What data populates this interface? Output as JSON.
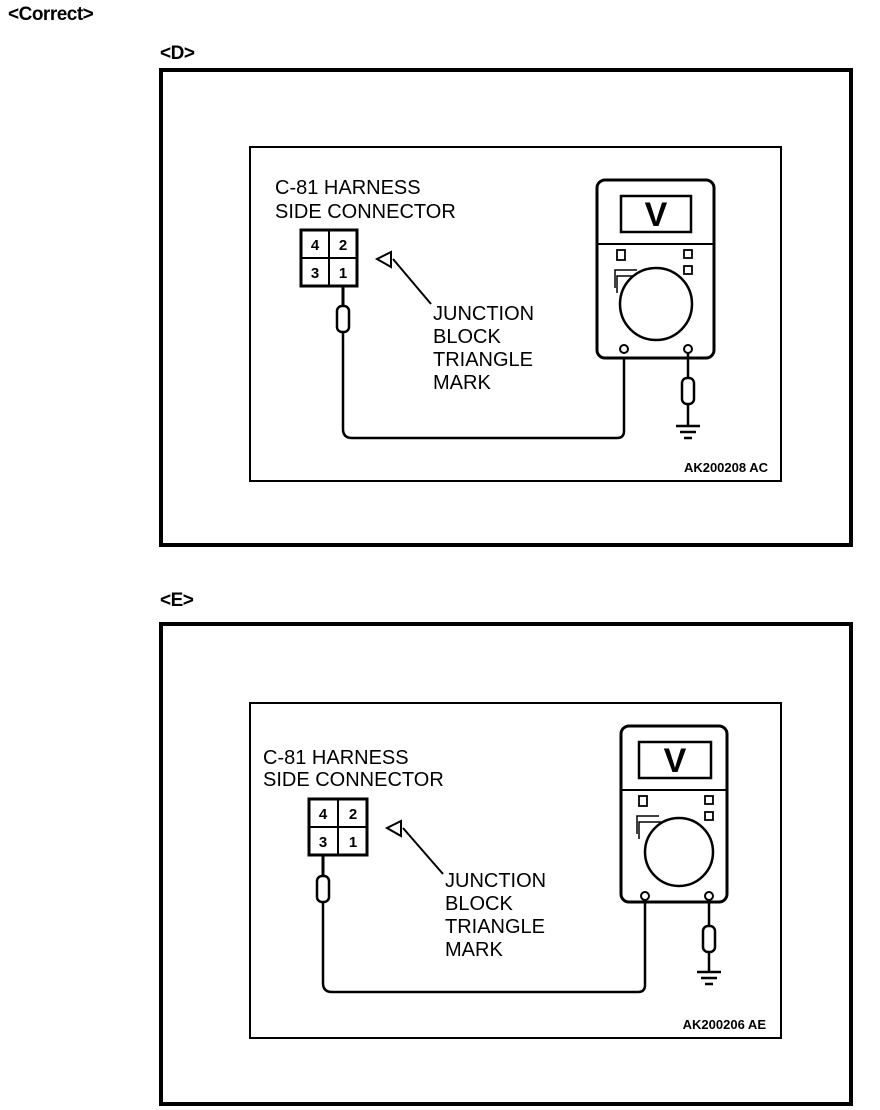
{
  "heading": "<Correct>",
  "panels": [
    {
      "label": "<D>",
      "connector_title_line1": "C-81 HARNESS",
      "connector_title_line2": "SIDE CONNECTOR",
      "pins": [
        "4",
        "2",
        "3",
        "1"
      ],
      "probe_pin": "1",
      "callout_line1": "JUNCTION",
      "callout_line2": "BLOCK",
      "callout_line3": "TRIANGLE",
      "callout_line4": "MARK",
      "meter_range_symbol": "V",
      "figure_code": "AK200208 AC"
    },
    {
      "label": "<E>",
      "connector_title_line1": "C-81 HARNESS",
      "connector_title_line2": "SIDE CONNECTOR",
      "pins": [
        "4",
        "2",
        "3",
        "1"
      ],
      "probe_pin": "3",
      "callout_line1": "JUNCTION",
      "callout_line2": "BLOCK",
      "callout_line3": "TRIANGLE",
      "callout_line4": "MARK",
      "meter_range_symbol": "V",
      "figure_code": "AK200206 AE"
    }
  ]
}
